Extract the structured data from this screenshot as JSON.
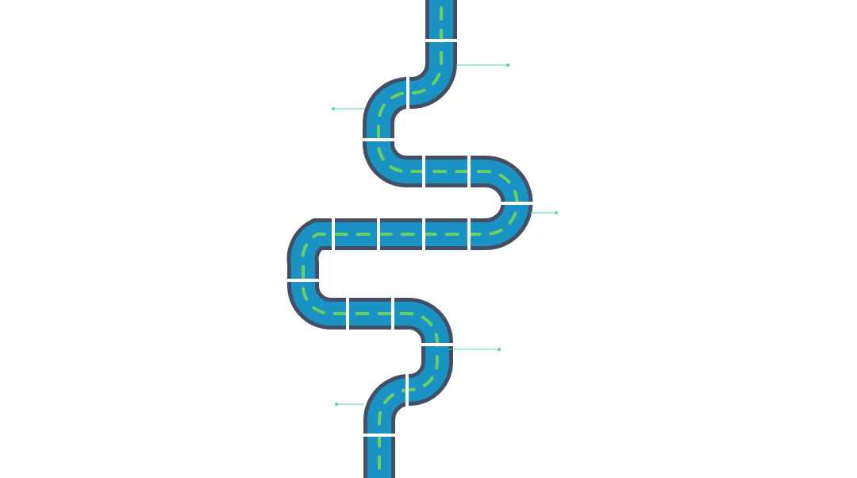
{
  "diagram": {
    "type": "winding-road-roadmap",
    "colors": {
      "road_surface": "#1a93c4",
      "road_border": "#434f63",
      "lane_dash": "#69cf63",
      "segment_gap": "#ffffff",
      "callout_line": "#5ad49b",
      "background": "#ffffff"
    },
    "callouts": [
      {
        "name": "milestone-1",
        "side": "right",
        "label": ""
      },
      {
        "name": "milestone-2",
        "side": "left",
        "label": ""
      },
      {
        "name": "milestone-3",
        "side": "right",
        "label": ""
      },
      {
        "name": "milestone-4",
        "side": "right",
        "label": ""
      },
      {
        "name": "milestone-5",
        "side": "left",
        "label": ""
      }
    ]
  }
}
